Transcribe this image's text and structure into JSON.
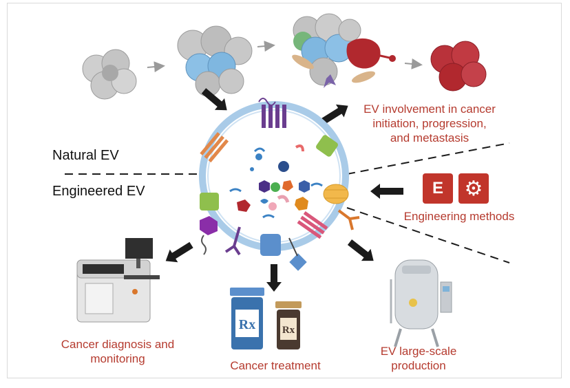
{
  "labels": {
    "natural_ev": "Natural EV",
    "engineered_ev": "Engineered EV",
    "involvement": [
      "EV involvement in cancer",
      "initiation, progression,",
      "and metastasis"
    ],
    "engineering_methods": "Engineering methods",
    "diagnosis": [
      "Cancer diagnosis and",
      "monitoring"
    ],
    "treatment": "Cancer treatment",
    "production": [
      "EV large-scale",
      "production"
    ]
  },
  "icons": {
    "engineering_letter": "E",
    "gear_glyph": "⚙",
    "rx_text": "Rx"
  },
  "colors": {
    "accent_red": "#c1352b",
    "label_red": "#b53b2f",
    "ev_membrane": "#a9cbe8",
    "cell_gray": "#b3b3b3",
    "cell_blue": "#7fb7e0",
    "tumor_red": "#b1282e"
  }
}
